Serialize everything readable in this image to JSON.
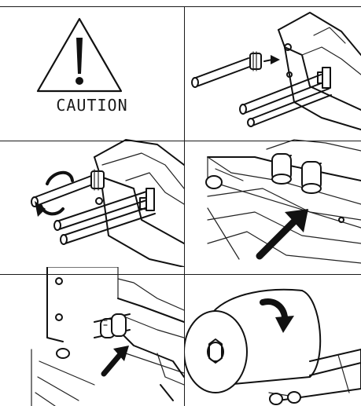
{
  "caution": {
    "label": "CAUTION",
    "icon": "warning-triangle-icon"
  },
  "steps": [
    {
      "illustration": "shaft-insert",
      "arrow": "arrow-right"
    },
    {
      "illustration": "shaft-rotate",
      "arrow": "arrow-rotate"
    },
    {
      "illustration": "paper-guide",
      "arrow": "arrow-up-right"
    },
    {
      "illustration": "roller-insert",
      "arrow": "arrow-up-right"
    },
    {
      "illustration": "paper-roll",
      "arrow": "arrow-curved-down"
    }
  ],
  "colors": {
    "line": "#111111",
    "background": "#ffffff"
  }
}
